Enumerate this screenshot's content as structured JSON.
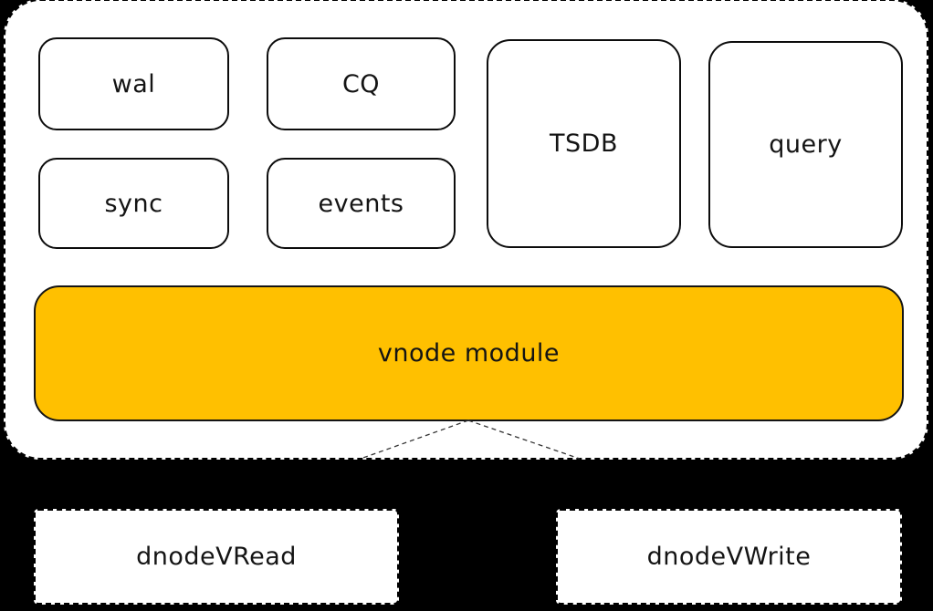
{
  "diagram": {
    "kind": "architecture-diagram",
    "background_color": "#000000",
    "container": {
      "name": "vnode outer container",
      "fill": "#ffffff",
      "border_style": "dashed",
      "border_color": "#000000"
    },
    "modules": [
      {
        "id": "wal",
        "label": "wal"
      },
      {
        "id": "cq",
        "label": "CQ"
      },
      {
        "id": "sync",
        "label": "sync"
      },
      {
        "id": "events",
        "label": "events"
      },
      {
        "id": "tsdb",
        "label": "TSDB"
      },
      {
        "id": "query",
        "label": "query"
      }
    ],
    "vnode_bar": {
      "label": "vnode module",
      "fill": "#FFC000",
      "border_color": "#141414"
    },
    "connectors": {
      "style": "dashed",
      "color": "#333333",
      "description": "two dashed lines fanning from bottom center of vnode module to container bottom edge"
    },
    "queues": [
      {
        "id": "dnodeVRead",
        "label": "dnodeVRead"
      },
      {
        "id": "dnodeVWrite",
        "label": "dnodeVWrite"
      }
    ]
  }
}
